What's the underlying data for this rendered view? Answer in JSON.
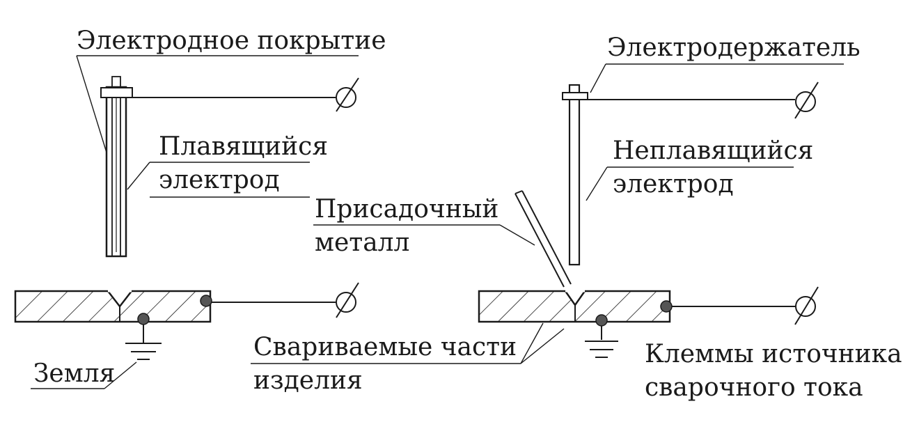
{
  "labels": {
    "electrode_coating": "Электродное покрытие",
    "consumable_electrode_l1": "Плавящийся",
    "consumable_electrode_l2": "электрод",
    "electrode_holder": "Электродержатель",
    "nonconsumable_electrode_l1": "Неплавящийся",
    "nonconsumable_electrode_l2": "электрод",
    "filler_metal_l1": "Присадочный",
    "filler_metal_l2": "металл",
    "welded_parts_l1": "Свариваемые части",
    "welded_parts_l2": "изделия",
    "ground": "Земля",
    "terminals_l1": "Клеммы источника",
    "terminals_l2": "сварочного тока"
  }
}
